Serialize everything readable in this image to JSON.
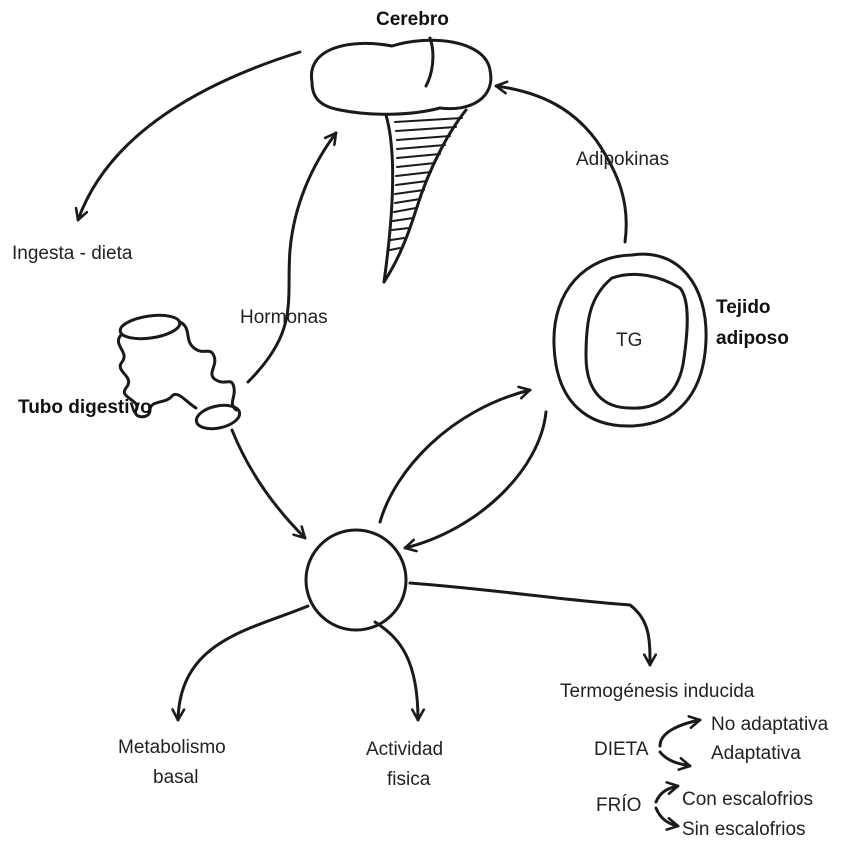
{
  "labels": {
    "brain": "Cerebro",
    "intake": "Ingesta - dieta",
    "hormones": "Hormonas",
    "adipokines": "Adipokinas",
    "adipose_line1": "Tejido",
    "adipose_line2": "adiposo",
    "tg": "TG",
    "gut": "Tubo digestivo",
    "basal_line1": "Metabolismo",
    "basal_line2": "basal",
    "activity_line1": "Actividad",
    "activity_line2": "fisica",
    "thermo": "Termogénesis inducida",
    "diet": "DIETA",
    "non_adaptive": "No adaptativa",
    "adaptive": "Adaptativa",
    "cold": "FRÍO",
    "with_shivering": "Con escalofrios",
    "without_shivering": "Sin escalofrios"
  }
}
